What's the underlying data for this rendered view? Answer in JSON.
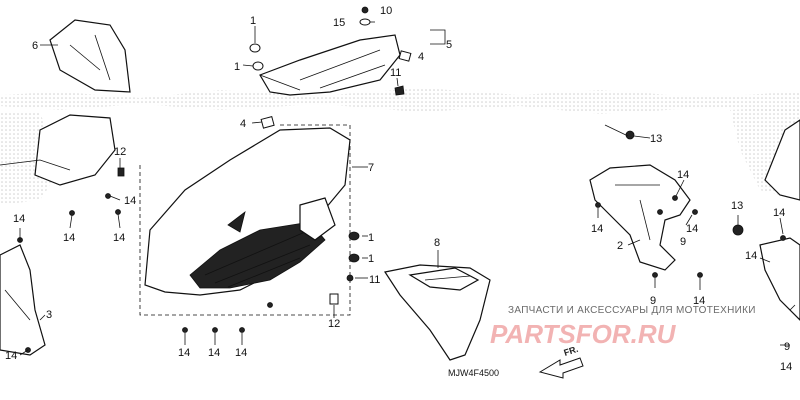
{
  "callouts": {
    "c6": "6",
    "c1a": "1",
    "c1b": "1",
    "c15": "15",
    "c10": "10",
    "c5": "5",
    "c4a": "4",
    "c11a": "11",
    "c4b": "4",
    "c7": "7",
    "c12a": "12",
    "c14a": "14",
    "c14b": "14",
    "c14c": "14",
    "c14d": "14",
    "c1c": "1",
    "c1d": "1",
    "c11b": "11",
    "c8": "8",
    "c12b": "12",
    "c3": "3",
    "c14e": "14",
    "c14f": "14",
    "c14g": "14",
    "c14h": "14",
    "c13a": "13",
    "c14i": "14",
    "c14j": "14",
    "c9a": "9",
    "c14k": "14",
    "c2": "2",
    "c9b": "9",
    "c14l": "14",
    "c13b": "13",
    "c14m": "14",
    "c14n": "14",
    "c9c": "9",
    "c14o": "14"
  },
  "diagram_code": "MJW4F4500",
  "watermark": {
    "tagline": "ЗАПЧАСТИ И АКСЕССУАРЫ ДЛЯ МОТОТЕХНИКИ",
    "brand": "PARTSFOR.RU"
  },
  "direction_label": "FR.",
  "colors": {
    "line": "#111111",
    "watermark_brand": "#f2b3b3",
    "dots": "#cfcfcf"
  }
}
